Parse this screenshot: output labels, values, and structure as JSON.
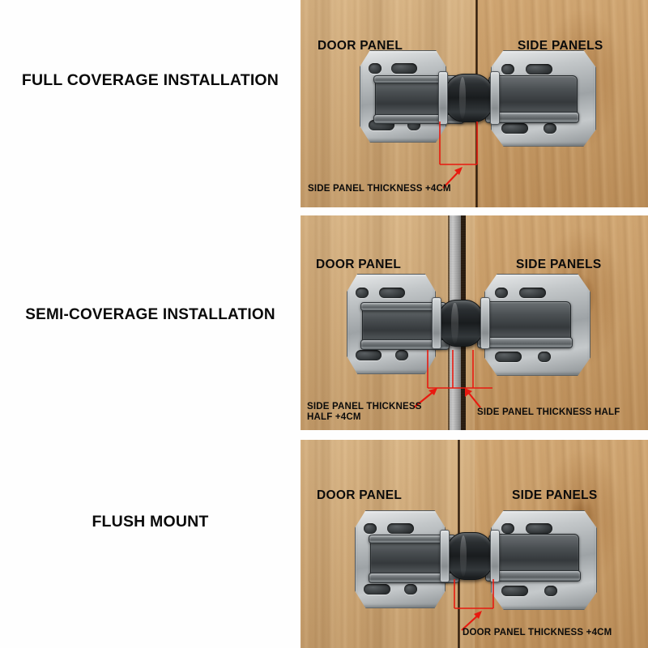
{
  "page": {
    "title": "Cabinet Hinge Installation Types",
    "background_color": "#ffffff",
    "annotation_color": "#e8190f",
    "text_color": "#0b0b0b"
  },
  "rows": [
    {
      "caption": "FULL COVERAGE INSTALLATION",
      "photo": {
        "left_label": "DOOR PANEL",
        "right_label": "SIDE PANELS",
        "notes": [
          {
            "text": "SIDE PANEL THICKNESS  +4CM"
          }
        ],
        "seam_style": "thin-dark-line"
      }
    },
    {
      "caption": "SEMI-COVERAGE INSTALLATION",
      "photo": {
        "left_label": "DOOR PANEL",
        "right_label": "SIDE PANELS",
        "notes": [
          {
            "text": "SIDE PANEL THICKNESS\nHALF  +4CM"
          },
          {
            "text": "SIDE PANEL THICKNESS HALF"
          }
        ],
        "seam_style": "grey-metal-strip"
      }
    },
    {
      "caption": "FLUSH MOUNT",
      "photo": {
        "left_label": "DOOR PANEL",
        "right_label": "SIDE PANELS",
        "notes": [
          {
            "text": "DOOR PANEL THICKNESS  +4CM"
          }
        ],
        "seam_style": "thin-dark-line"
      }
    }
  ]
}
